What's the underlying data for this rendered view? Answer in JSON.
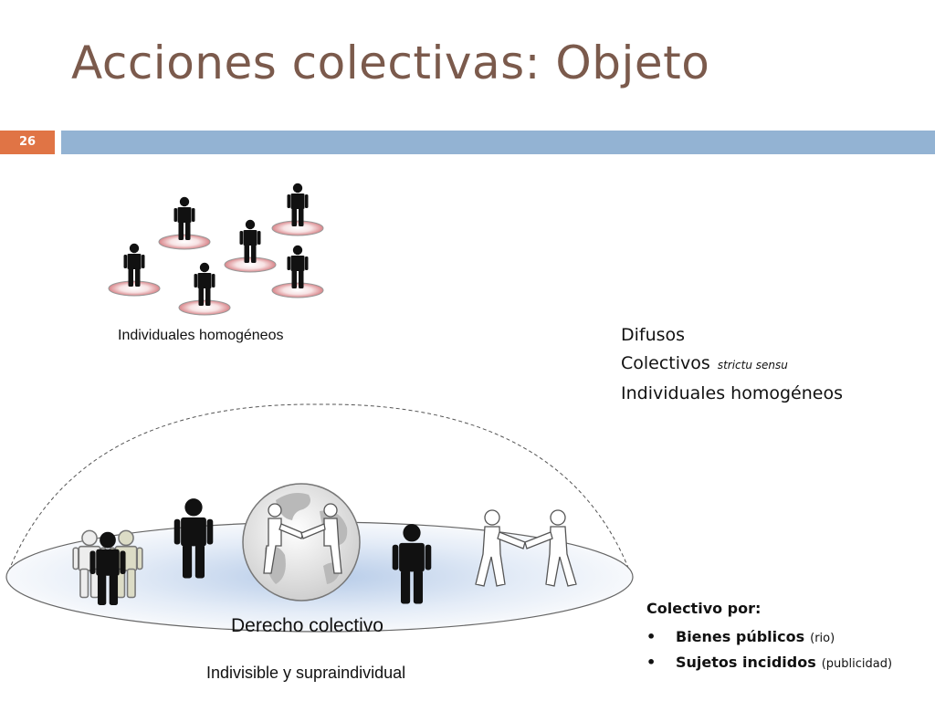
{
  "slide": {
    "title": "Acciones colectivas: Objeto",
    "number": "26"
  },
  "diagram": {
    "top_caption": "Individuales homogéneos",
    "dome_label": "Derecho colectivo",
    "bottom_caption": "Indivisible y supraindividual"
  },
  "right_list": [
    {
      "text": "Difusos",
      "note": ""
    },
    {
      "text": "Colectivos",
      "note": "strictu sensu"
    },
    {
      "text": "Individuales homogéneos",
      "note": ""
    }
  ],
  "bottom_box": {
    "heading": "Colectivo por:",
    "bullet_glyph": "•",
    "items": [
      {
        "text": "Bienes públicos",
        "note": "(rio)"
      },
      {
        "text": "Sujetos incididos",
        "note": "(publicidad)"
      }
    ]
  },
  "colors": {
    "title": "#7b5a4c",
    "number_box": "#e07445",
    "rule_bar": "#93b3d3",
    "person": "#111111",
    "disc_ring": "#e6a3a7",
    "dome_fill": "#c7d7ec"
  }
}
